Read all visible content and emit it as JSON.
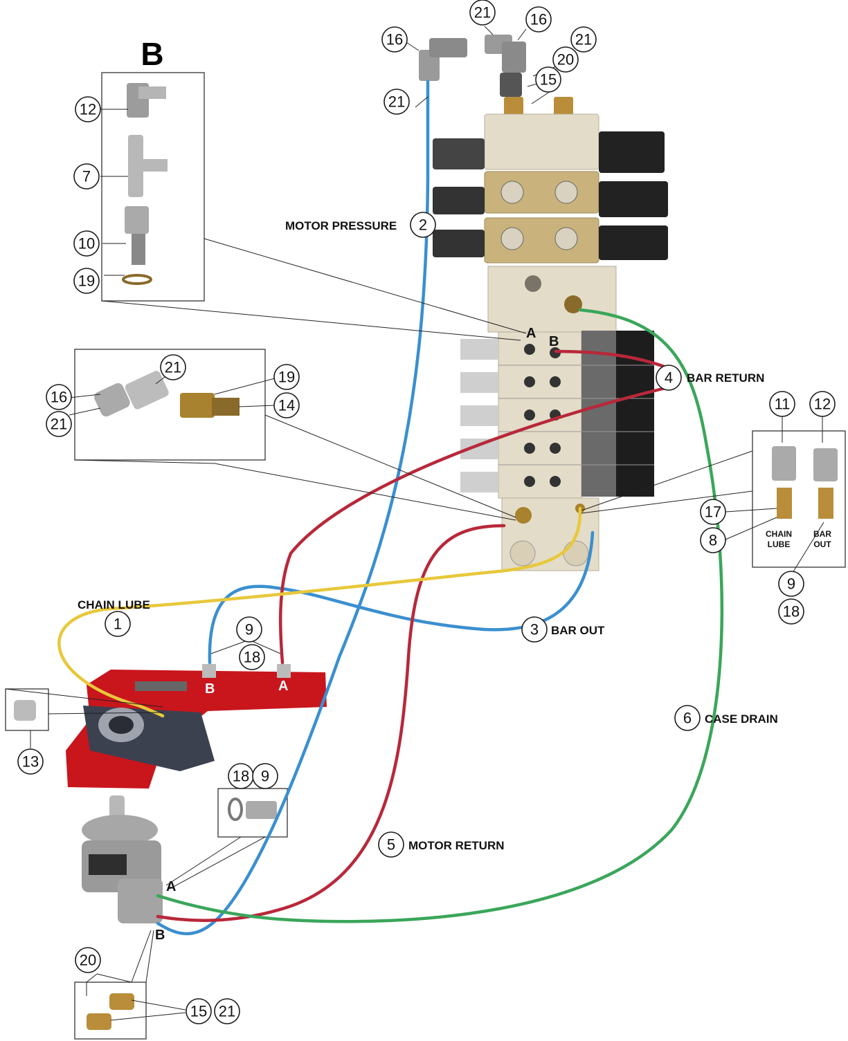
{
  "detail_title": "B",
  "callouts": {
    "c21_top": "21",
    "c16_top": "16",
    "c16_left": "16",
    "c21_r1": "21",
    "c20": "20",
    "c21_l": "21",
    "c15": "15",
    "c12_b": "12",
    "c7": "7",
    "c10": "10",
    "c19_b": "19",
    "c2": "2",
    "c21_sw": "21",
    "c16_sw": "16",
    "c21_sw2": "21",
    "c19_sw": "19",
    "c14": "14",
    "c4": "4",
    "c11": "11",
    "c12_r": "12",
    "c17": "17",
    "c8": "8",
    "c9_r": "9",
    "c18_r": "18",
    "c1": "1",
    "c9_cyl": "9",
    "c18_cyl": "18",
    "c3": "3",
    "c6": "6",
    "c13": "13",
    "c18_m": "18",
    "c9_m": "9",
    "c5": "5",
    "c20_bot": "20",
    "c15_bot": "15",
    "c21_bot": "21"
  },
  "labels": {
    "motor_pressure": "MOTOR PRESSURE",
    "bar_return": "BAR RETURN",
    "chain_lube": "CHAIN LUBE",
    "bar_out": "BAR OUT",
    "case_drain": "CASE DRAIN",
    "motor_return": "MOTOR RETURN",
    "chain_lube_small_1": "CHAIN",
    "chain_lube_small_2": "LUBE",
    "bar_out_small_1": "BAR",
    "bar_out_small_2": "OUT"
  },
  "ports": {
    "valve_a": "A",
    "valve_b": "B",
    "cyl_b": "B",
    "cyl_a": "A",
    "motor_a": "A",
    "motor_b": "B"
  },
  "colors": {
    "pressure_hose": "#3a8fd0",
    "return_hose": "#b8283a",
    "chain_lube_hose": "#e8c83a",
    "case_drain_hose": "#3aa65a",
    "valve_body": "#e3dcc8",
    "cylinder": "#c8161c"
  },
  "icons": [
    "elbow-fitting-icon",
    "tee-fitting-icon",
    "adapter-fitting-icon",
    "o-ring-icon",
    "valve-stack-icon",
    "solenoid-icon",
    "hydraulic-cylinder-icon",
    "hydraulic-motor-icon"
  ]
}
